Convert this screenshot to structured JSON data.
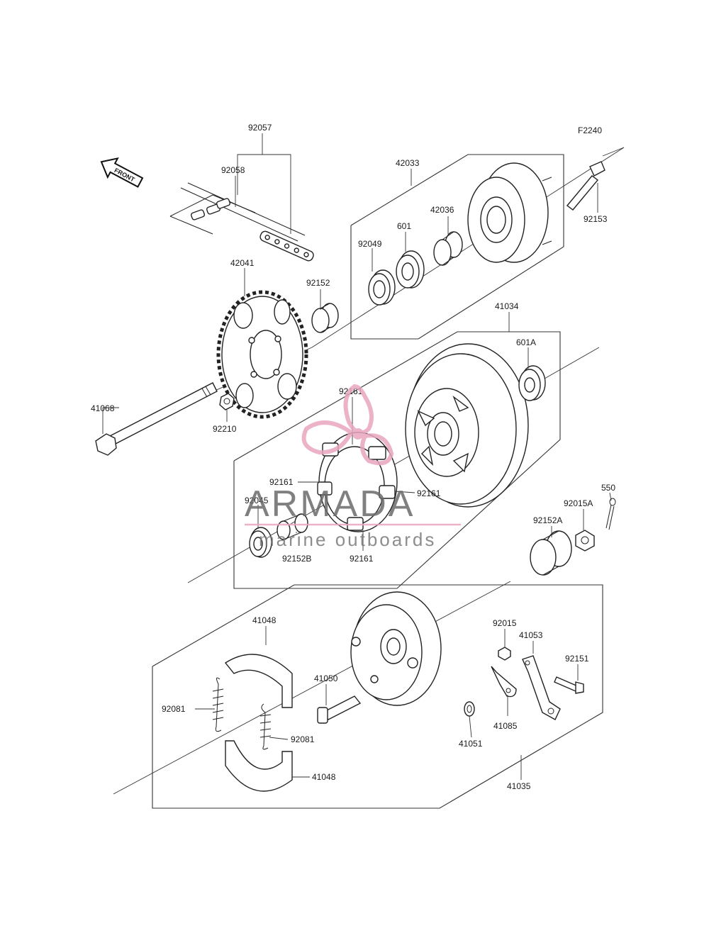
{
  "figure_code": "F2240",
  "front_arrow_label": "FRONT",
  "watermark": {
    "brand": "ARMADA",
    "tagline": "marine outboards",
    "color": "#e9a6bf"
  },
  "callouts": {
    "c92057": "92057",
    "c92058": "92058",
    "c42033": "42033",
    "c42036": "42036",
    "c601": "601",
    "c92049": "92049",
    "c92153": "92153",
    "c42041": "42041",
    "c92152": "92152",
    "c41034": "41034",
    "c601A": "601A",
    "c41068": "41068",
    "c92210": "92210",
    "c92161_top": "92161",
    "c92161_left": "92161",
    "c92161_right": "92161",
    "c92161_bottom": "92161",
    "c92045": "92045",
    "c92152B": "92152B",
    "c550": "550",
    "c92015A": "92015A",
    "c92152A": "92152A",
    "c41048_top": "41048",
    "c92015": "92015",
    "c41053": "41053",
    "c92151": "92151",
    "c41050": "41050",
    "c92081_left": "92081",
    "c92081_right": "92081",
    "c41085": "41085",
    "c41051": "41051",
    "c41048_bottom": "41048",
    "c41035": "41035"
  }
}
